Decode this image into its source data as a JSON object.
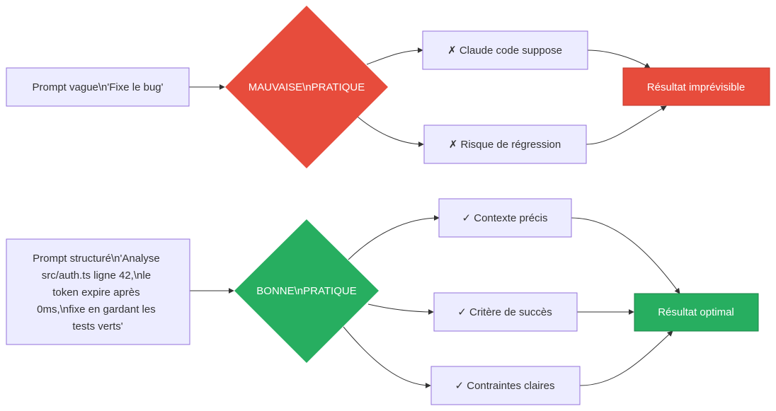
{
  "colors": {
    "bad": "#E74C3C",
    "good": "#27AE60",
    "node_fill": "#ECECFF",
    "node_stroke": "#9370DB",
    "edge": "#333333"
  },
  "bad": {
    "prompt_label": "Prompt vague\\n'Fixe le bug'",
    "decision_label": "MAUVAISE\\nPRATIQUE",
    "outcome_1": "✗ Claude code suppose",
    "outcome_2": "✗ Risque de régression",
    "result_label": "Résultat imprévisible"
  },
  "good": {
    "prompt_lines": [
      "Prompt structuré\\n'Analyse",
      "src/auth.ts ligne 42,\\nle",
      "token expire après",
      "0ms,\\nfixe en gardant les",
      "tests verts'"
    ],
    "decision_label": "BONNE\\nPRATIQUE",
    "outcome_1": "✓ Contexte précis",
    "outcome_2": "✓ Critère de succès",
    "outcome_3": "✓ Contraintes claires",
    "result_label": "Résultat optimal"
  }
}
